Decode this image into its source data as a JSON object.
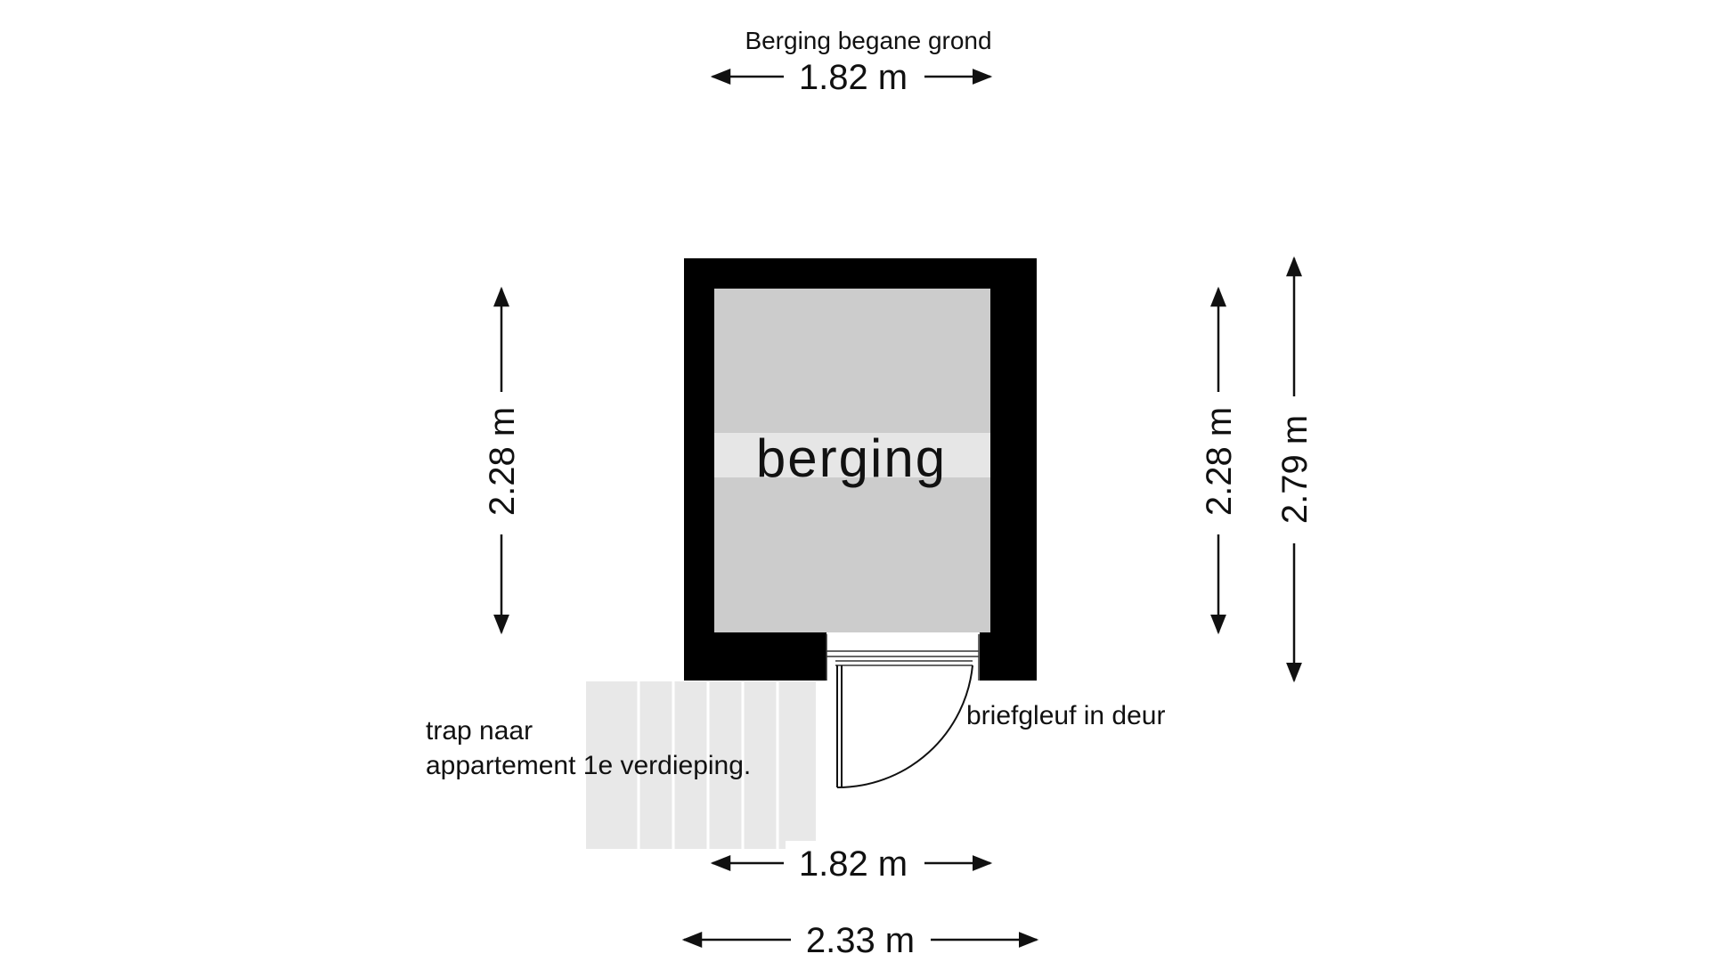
{
  "title": "Berging begane grond",
  "room": {
    "label": "berging"
  },
  "dimensions": {
    "top_width": "1.82 m",
    "bottom_inner_width": "1.82 m",
    "bottom_outer_width": "2.33 m",
    "left_height": "2.28 m",
    "right_inner_height": "2.28 m",
    "right_outer_height": "2.79 m"
  },
  "annotations": {
    "stairs_line1": "trap naar",
    "stairs_line2": "appartement 1e verdieping.",
    "door_note": "briefgleuf in deur"
  },
  "colors": {
    "wall": "#000000",
    "floor": "#cccccc",
    "label_band": "#e6e6e6",
    "stairs": "#e8e8e8",
    "stair_lines": "#ffffff",
    "lines": "#111111"
  }
}
